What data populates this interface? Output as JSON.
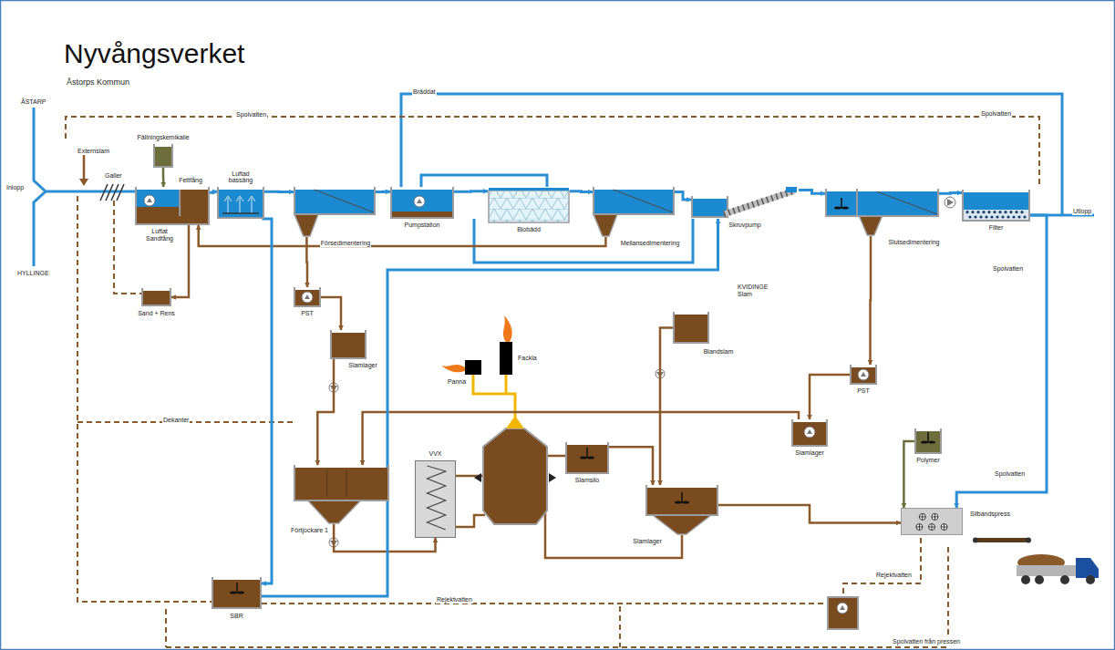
{
  "diagram": {
    "title": "Nyvångsverket",
    "nodes": [
      {
        "text": [
          "Fällningskemikalie"
        ]
      },
      {
        "text": [
          "Fettfång",
          "Luftat Sandfång"
        ]
      },
      {
        "text": [
          "Luftad bassäng"
        ]
      },
      {
        "text": [
          "Försedimentering"
        ]
      },
      {
        "text": [
          "Pumpstation"
        ]
      },
      {
        "text": [
          "Biobädd"
        ]
      },
      {
        "text": [
          "Mellansedimentering"
        ]
      },
      {
        "text": [
          "Skruvpump"
        ]
      },
      {
        "text": [
          "Slutsedimentering"
        ]
      },
      {
        "text": [
          "Filter"
        ]
      },
      {
        "text": [
          "Sand + Rens"
        ]
      },
      {
        "text": [
          "PST"
        ]
      },
      {
        "text": [
          "Slamlager"
        ]
      },
      {
        "text": [
          "Panna"
        ]
      },
      {
        "text": [
          "Fackla"
        ]
      },
      {
        "text": [
          "Blandslam"
        ]
      },
      {
        "text": [
          "PST"
        ]
      },
      {
        "text": [
          "VVX"
        ]
      },
      {
        "text": [
          "Slamsilo"
        ]
      },
      {
        "text": [
          "Förtjockare 1"
        ]
      },
      {
        "text": [
          "Slamlager"
        ]
      },
      {
        "text": [
          "Slamlager"
        ]
      },
      {
        "text": [
          "Polymer"
        ]
      },
      {
        "text": [
          "Silbandspress"
        ]
      },
      {
        "text": [
          "SBR"
        ]
      }
    ],
    "edges": [
      {
        "from": 0,
        "to": 1,
        "arrow": "to"
      },
      {
        "from": 1,
        "to": 2,
        "arrow": "to"
      },
      {
        "from": 2,
        "to": 3,
        "arrow": "to"
      },
      {
        "from": 3,
        "to": 4,
        "arrow": "to"
      },
      {
        "from": 4,
        "to": 5,
        "arrow": "to"
      },
      {
        "from": 5,
        "to": 6,
        "arrow": "to"
      },
      {
        "from": 6,
        "to": 7,
        "arrow": "to"
      },
      {
        "from": 7,
        "to": 8,
        "arrow": "to"
      },
      {
        "from": 8,
        "to": 9,
        "arrow": "to"
      },
      {
        "from": 1,
        "to": 10,
        "arrow": "to"
      },
      {
        "from": 3,
        "to": 11,
        "arrow": "to"
      },
      {
        "from": 6,
        "to": 1,
        "arrow": "to"
      },
      {
        "from": 11,
        "to": 12,
        "arrow": "to"
      },
      {
        "from": 12,
        "to": 19,
        "arrow": "to"
      },
      {
        "from": 19,
        "to": 17,
        "arrow": "to"
      },
      {
        "from": 18,
        "to": 20,
        "arrow": "to"
      },
      {
        "from": 15,
        "to": 20,
        "arrow": "to"
      },
      {
        "from": 8,
        "to": 16,
        "arrow": "to"
      },
      {
        "from": 16,
        "to": 21,
        "arrow": "to"
      },
      {
        "from": 21,
        "to": 19,
        "arrow": "to"
      },
      {
        "from": 20,
        "to": 23,
        "arrow": "to"
      },
      {
        "from": 22,
        "to": 23,
        "arrow": "to"
      },
      {
        "from": 2,
        "to": 24,
        "arrow": "to"
      },
      {
        "from": 24,
        "to": 7,
        "arrow": "to"
      },
      {
        "from": 9,
        "to": 23,
        "arrow": "to"
      }
    ],
    "labels": [
      "Åstorps Kommun",
      "ÅSTARP",
      "HYLLINGE",
      "Inlopp",
      "Utlopp",
      "Externslam",
      "Galler",
      "Bräddat",
      "Spolvatten",
      "Spolvatten",
      "Spolvatten",
      "Spolvatten",
      "KVIDINGE Slam",
      "Dekanter",
      "Rejektvatten",
      "Rejektvatten",
      "Spolvatten från pressen"
    ]
  }
}
